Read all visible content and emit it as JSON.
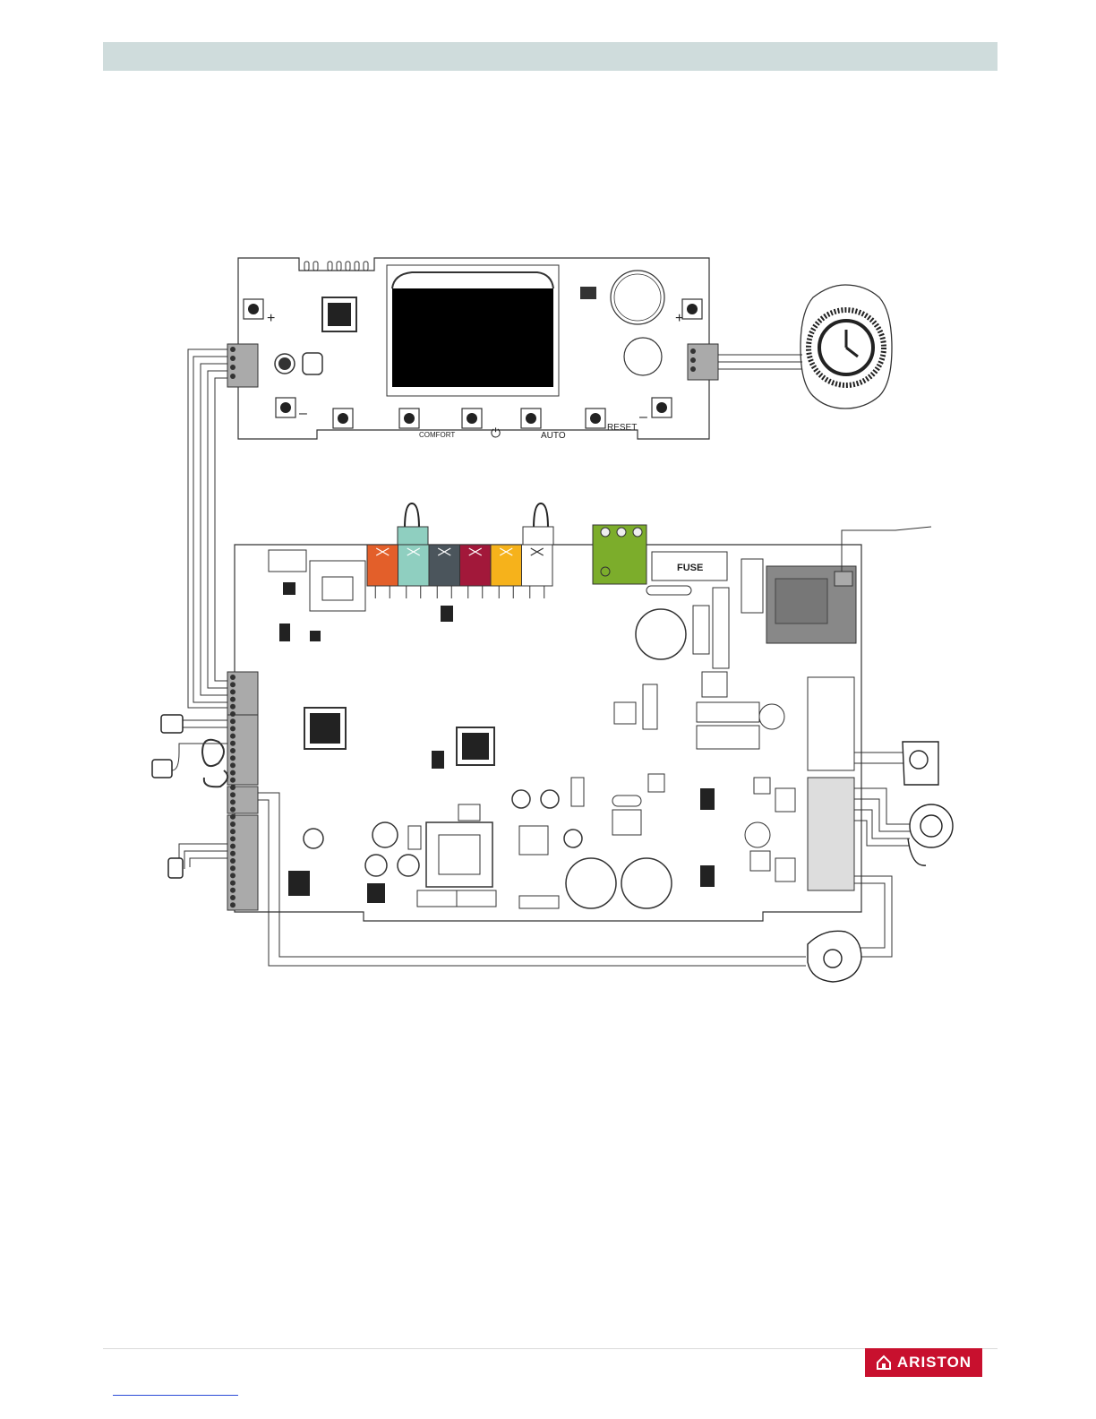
{
  "display_board": {
    "buttons": [
      {
        "label": "COMFORT"
      },
      {
        "label": "AUTO"
      },
      {
        "label": "RESET"
      }
    ]
  },
  "main_board": {
    "fuse_label": "FUSE",
    "connector_colors": [
      "#e35f2a",
      "#8fcfc0",
      "#4b555c",
      "#a2183a",
      "#f6b21b",
      "#ffffff"
    ],
    "terminal_color": "#7cad2b"
  },
  "brand": {
    "logo_text": "ARISTON",
    "logo_color": "#c8102e"
  }
}
